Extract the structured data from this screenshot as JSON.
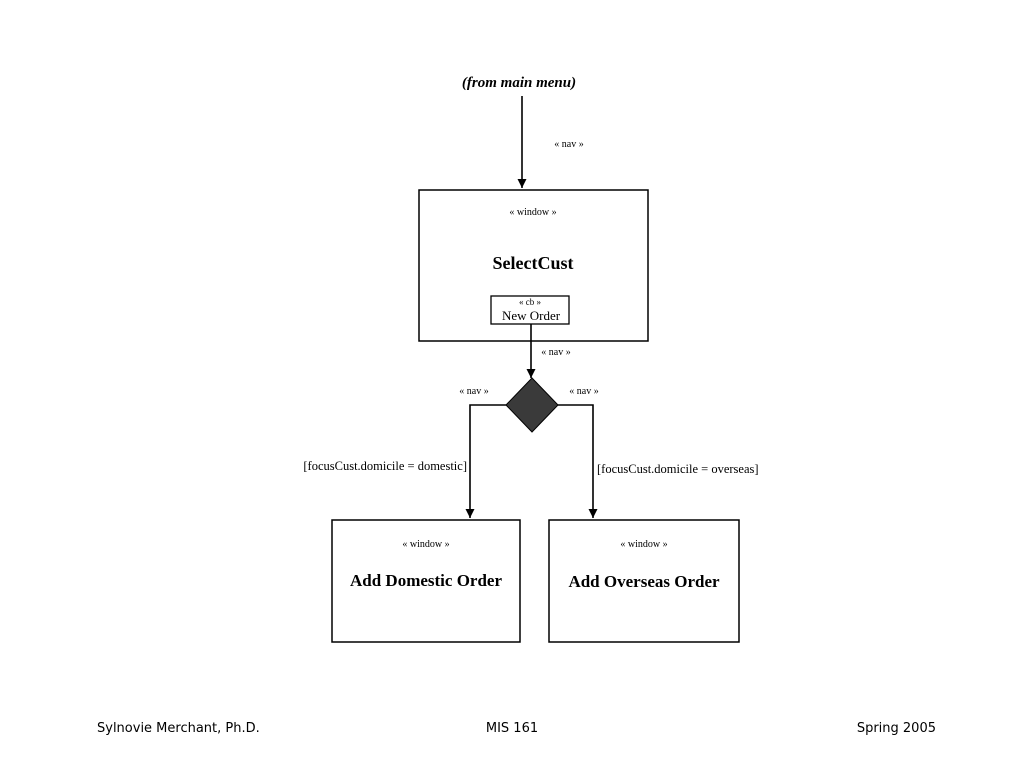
{
  "diagram": {
    "origin_note": "(from main menu)",
    "nav_label": "« nav »",
    "window_stereotype": "« window »",
    "cb_stereotype": "« cb »",
    "select_window": {
      "title": "SelectCust",
      "button_label": "New Order"
    },
    "decision_node_color": "#3a3a3a",
    "guard_domestic": "[focusCust.domicile = domestic]",
    "guard_overseas": "[focusCust.domicile = overseas]",
    "domestic_window_title": "Add Domestic Order",
    "overseas_window_title": "Add Overseas Order"
  },
  "footer": {
    "author": "Sylnovie Merchant, Ph.D.",
    "course": "MIS 161",
    "term": "Spring 2005"
  }
}
